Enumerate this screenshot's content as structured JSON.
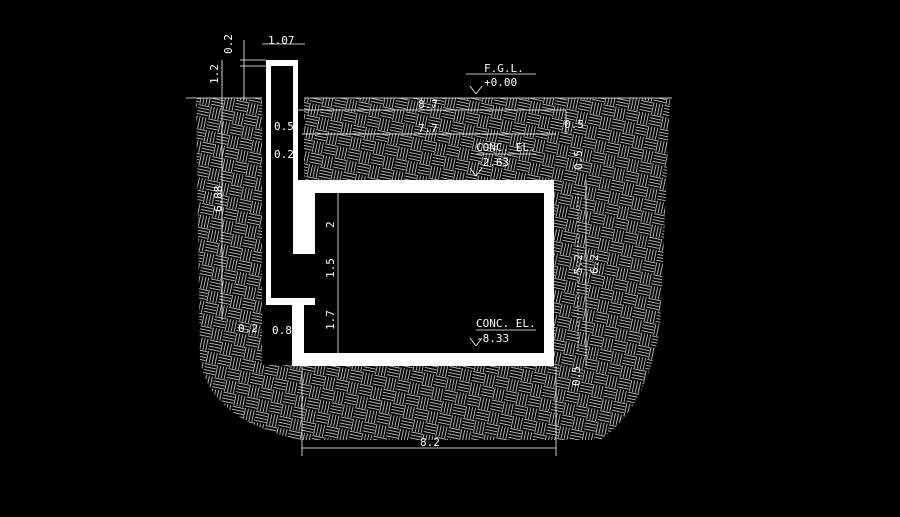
{
  "levels": {
    "fgl": {
      "label": "F.G.L.",
      "value": "+0.00"
    },
    "top_slab": {
      "label": "CONC. EL.",
      "value": "-2.63"
    },
    "bottom_slab": {
      "label": "CONC. EL.",
      "value": "-8.33"
    }
  },
  "dimensions": {
    "shaft_wall": "0.2",
    "shaft_width": "1.07",
    "shaft_above_ground": "1.2",
    "overall_width_top": "8.7",
    "inner_width_top": "7.7",
    "right_offset": "0.5",
    "cover_left": "0.5",
    "wall_left": "0.2",
    "overall_depth_left": "6.88",
    "top_slab_thk": "0.5",
    "segment_upper": "2",
    "segment_opening": "1.5",
    "segment_lower": "1.7",
    "chamber_height_inner": "5.2",
    "chamber_height_outer": "6.2",
    "base_offset_left": "0.2",
    "base_projection": "0.8",
    "bottom_slab_thk": "0.5",
    "base_width": "8.2"
  }
}
